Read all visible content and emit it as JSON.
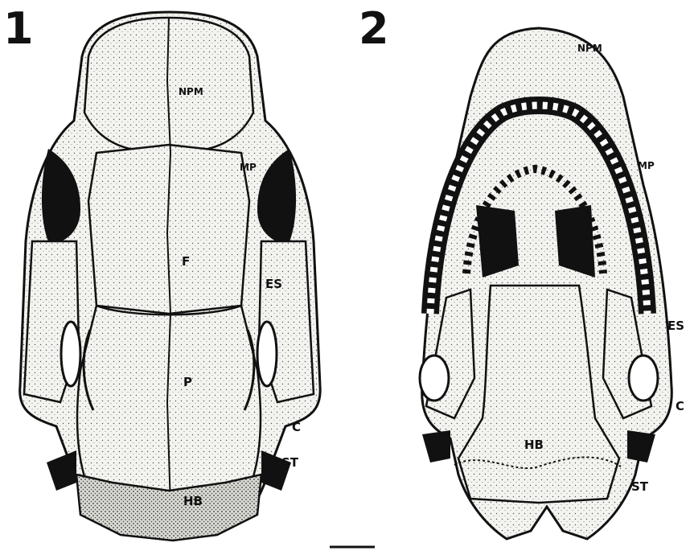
{
  "figure": {
    "panels": [
      {
        "number": "1",
        "view": "dorsal",
        "labels": {
          "npm": "NPM",
          "mp": "MP",
          "f": "F",
          "es": "ES",
          "p": "P",
          "c": "C",
          "st": "ST",
          "hb": "HB"
        }
      },
      {
        "number": "2",
        "view": "ventral",
        "labels": {
          "npm": "NPM",
          "mp": "MP",
          "es": "ES",
          "c": "C",
          "hb": "HB",
          "st": "ST"
        }
      }
    ],
    "scale_bar": "",
    "colors": {
      "ink": "#111111",
      "bone": "#f3f3f0",
      "paper": "#ffffff"
    }
  }
}
